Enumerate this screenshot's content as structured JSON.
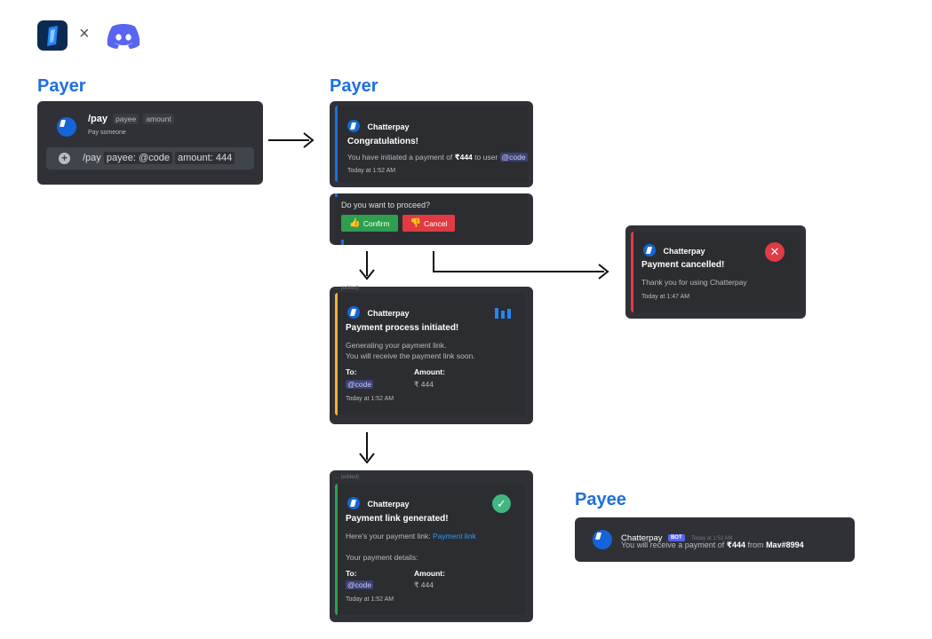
{
  "header": {
    "times": "×",
    "app_logo_icon": "chatterpay-logo-icon",
    "discord_logo_icon": "discord-logo-icon"
  },
  "headings": {
    "payer_1": "Payer",
    "payer_2": "Payer",
    "payee": "Payee"
  },
  "command_card": {
    "command": "/pay",
    "opt_payee": "payee",
    "opt_amount": "amount",
    "description": "Pay someone",
    "input_prefix": "/pay",
    "input_payee": "payee: @code",
    "input_amount": "amount: 444"
  },
  "congrats_card": {
    "author": "Chatterpay",
    "title": "Congratulations!",
    "text_before": "You have initiated a payment of",
    "amount": "₹444",
    "text_mid": "to user",
    "mention": "@code",
    "time": "Today at 1:52 AM",
    "accent": "#1e6fe0"
  },
  "proceed_card": {
    "question": "Do you want to proceed?",
    "confirm_label": "Confirm",
    "cancel_label": "Cancel",
    "confirm_color": "#2d9f4f",
    "cancel_color": "#e13a43"
  },
  "cancelled_card": {
    "author": "Chatterpay",
    "title": "Payment cancelled!",
    "text": "Thank you for using Chatterpay",
    "time": "Today at 1:47 AM",
    "accent": "#e13a43"
  },
  "initiated_card": {
    "author": "Chatterpay",
    "title": "Payment process initiated!",
    "line1": "Generating your payment link.",
    "line2": "You will receive the payment link soon.",
    "to_label": "To:",
    "to_value": "@code",
    "amount_label": "Amount:",
    "amount_value": "₹ 444",
    "time": "Today at 1:52 AM",
    "accent": "#f0b232",
    "top_mark": "...",
    "top_mark_suffix": "(edited)"
  },
  "generated_card": {
    "top_mark": "...",
    "top_mark_suffix": "(edited)",
    "author": "Chatterpay",
    "title": "Payment link generated!",
    "link_text_before": "Here's your payment link:",
    "link": "Payment link",
    "details": "Your payment details:",
    "to_label": "To:",
    "to_value": "@code",
    "amount_label": "Amount:",
    "amount_value": "₹ 444",
    "time": "Today at 1:52 AM",
    "accent": "#2d9f4f"
  },
  "payee_card": {
    "name": "Chatterpay",
    "badge": "BOT",
    "time": "Today at 1:52 AM",
    "text_before": "You will receive a payment of",
    "amount": "₹444",
    "text_mid": "from",
    "from_user": "Mav#8994"
  }
}
